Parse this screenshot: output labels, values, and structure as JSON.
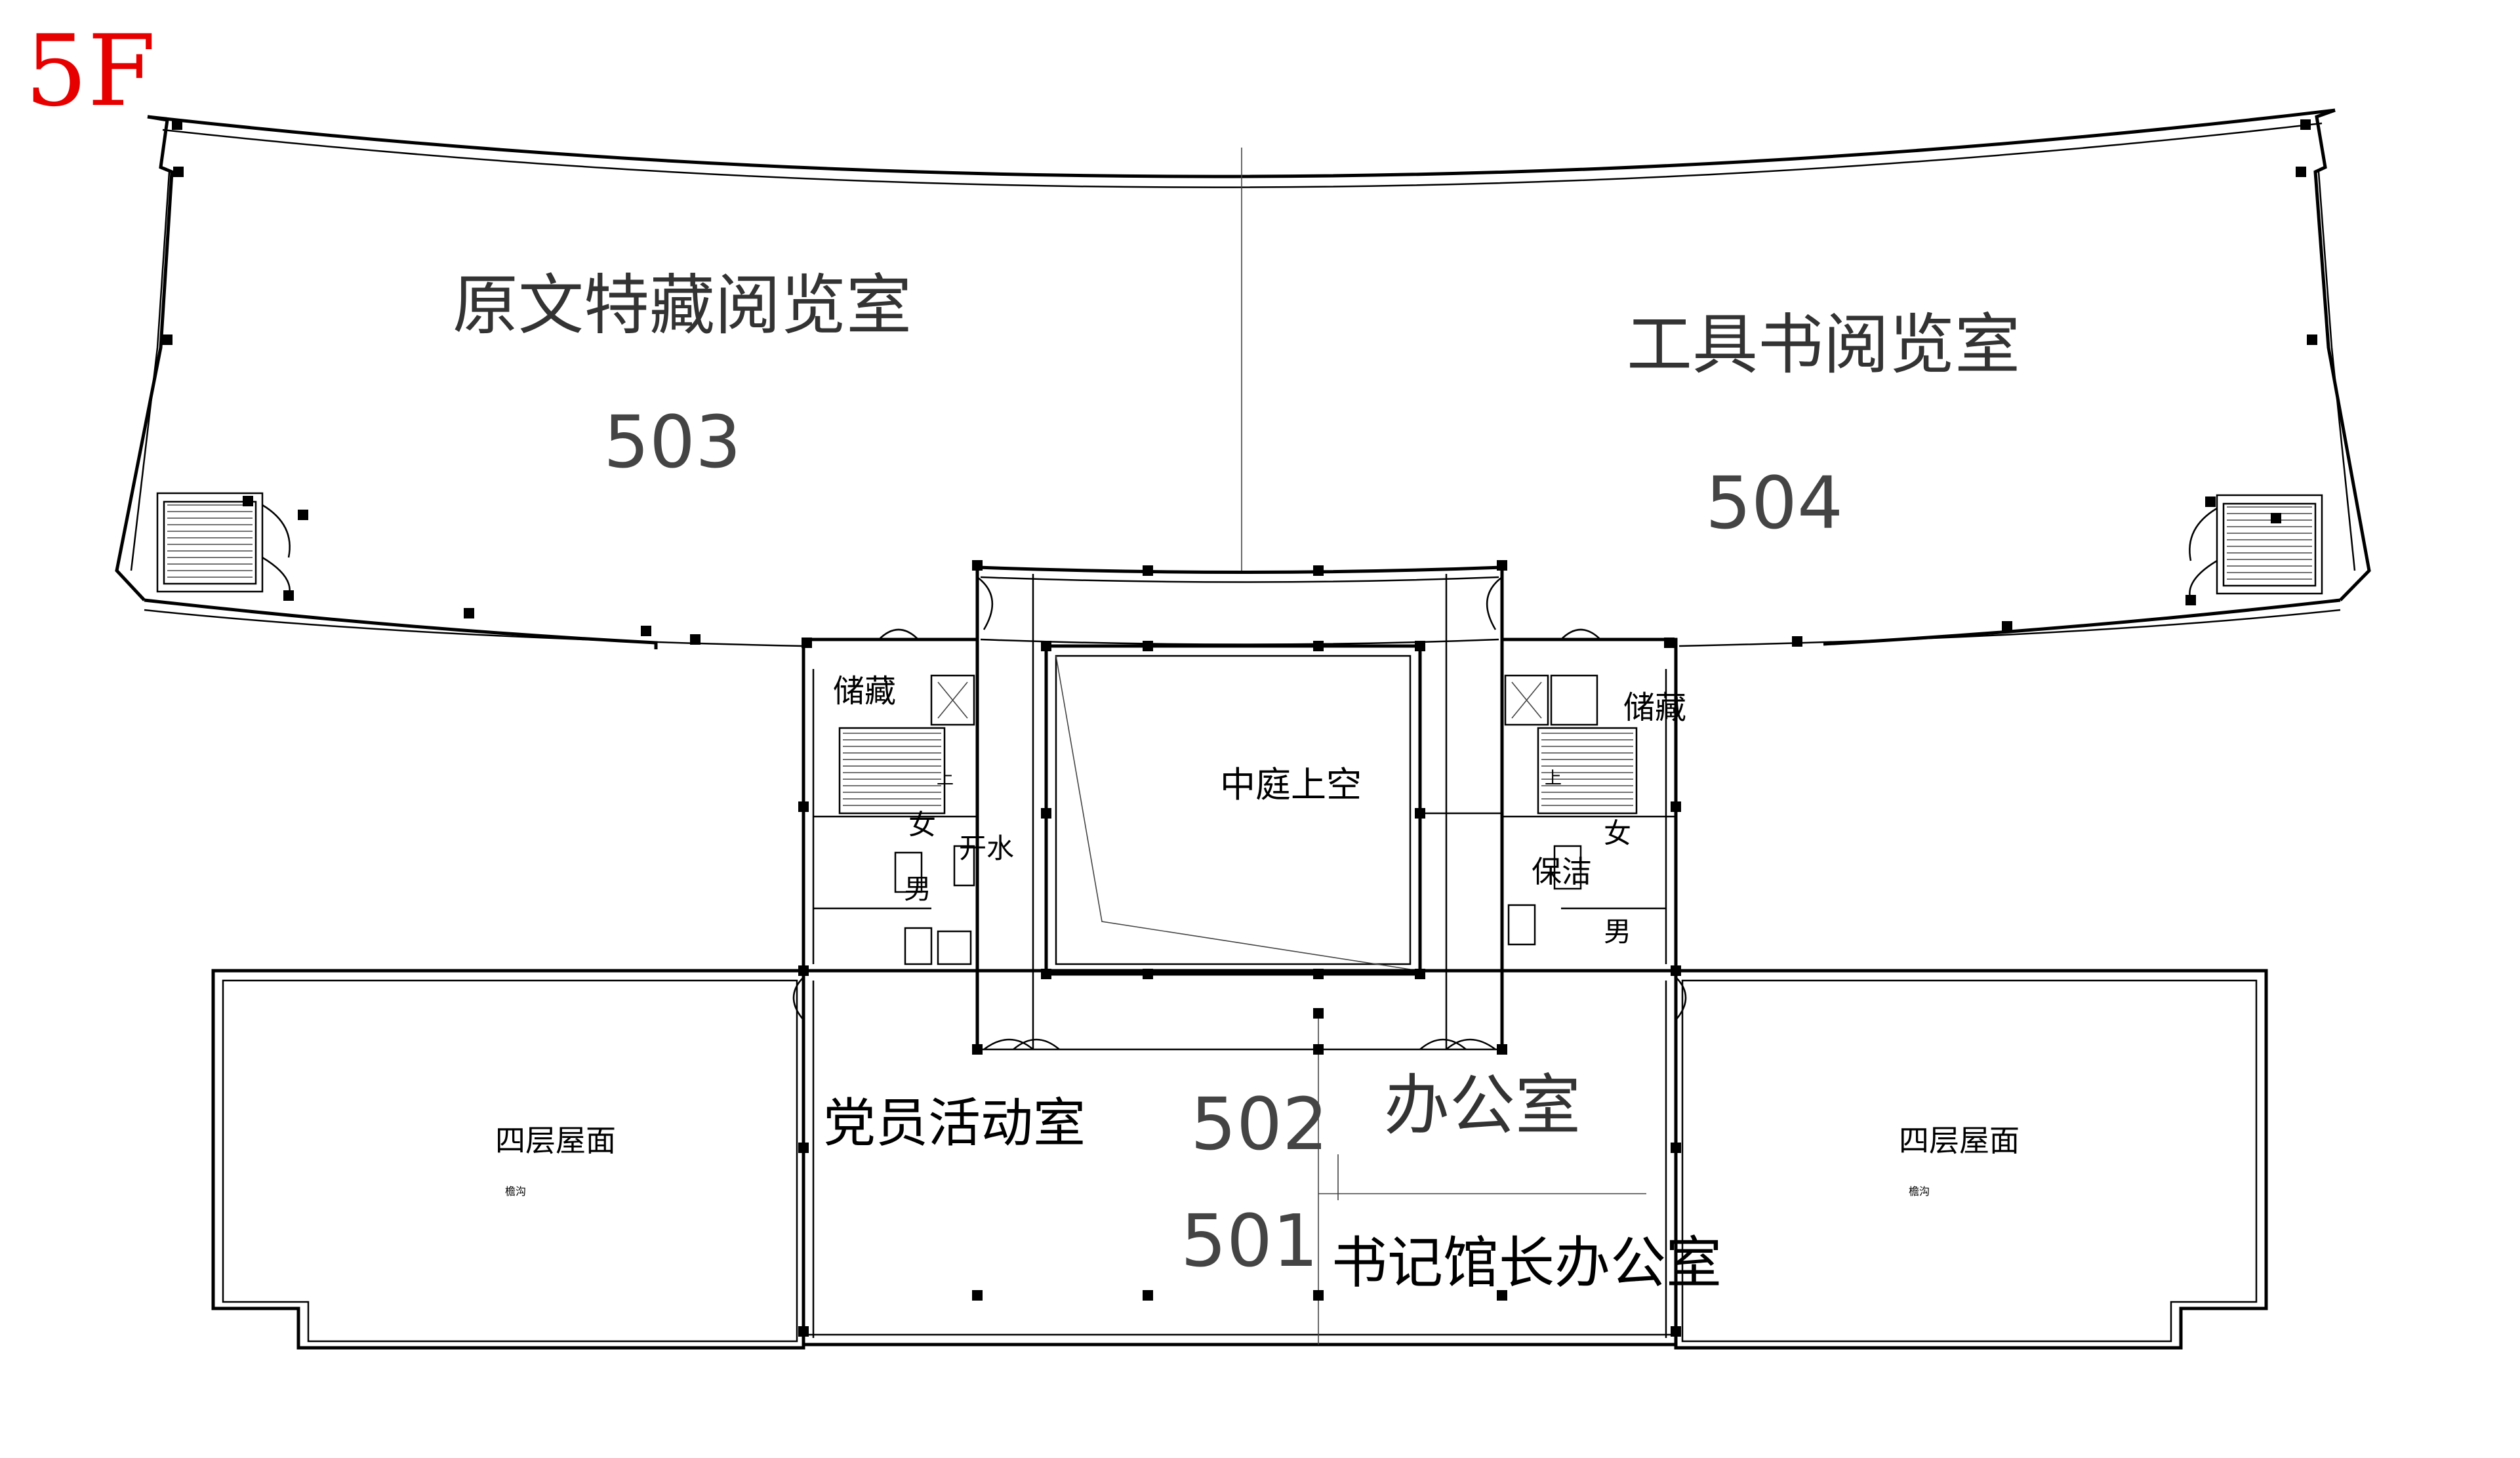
{
  "floor_label": "5F",
  "rooms": {
    "r503": {
      "name": "原文特藏阅览室",
      "number": "503"
    },
    "r504": {
      "name": "工具书阅览室",
      "number": "504"
    },
    "atrium": {
      "name": "中庭上空"
    },
    "r502_party": {
      "name": "党员活动室"
    },
    "r502": {
      "number": "502"
    },
    "r502_office": {
      "name": "办公室"
    },
    "r501": {
      "number": "501"
    },
    "r501_office": {
      "name": "书记馆长办公室"
    },
    "roof_left": {
      "name": "四层屋面",
      "note": "檐沟"
    },
    "roof_right": {
      "name": "四层屋面",
      "note": "檐沟"
    }
  },
  "service": {
    "storage_left": "储藏",
    "storage_right": "储藏",
    "up_left": "上",
    "up_right": "上",
    "female_left": "女",
    "female_right": "女",
    "male_left": "男",
    "male_right": "男",
    "water": "开水",
    "cleaning": "保洁"
  },
  "colors": {
    "floor_label": "#e60000",
    "lines": "#000000",
    "room_text": "#333333"
  }
}
